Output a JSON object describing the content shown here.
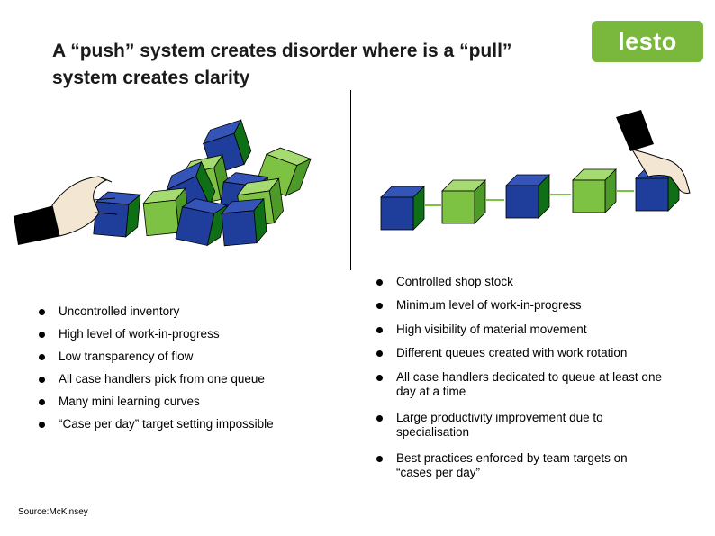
{
  "title": "A “push” system creates disorder where is a “pull” system creates clarity",
  "logo": "lesto",
  "left_bullets": [
    "Uncontrolled inventory",
    "High level of work-in-progress",
    "Low transparency of flow",
    "All case handlers pick from one queue",
    "Many mini learning curves",
    "“Case per day” target setting impossible"
  ],
  "right_bullets": [
    "Controlled shop stock",
    "Minimum level of work-in-progress",
    "High visibility of material movement",
    "Different queues created with work rotation",
    "All case handlers dedicated to queue at least one day at a time",
    "Large productivity improvement due to specialisation",
    "Best practices enforced by team targets on “cases per day”"
  ],
  "source": "Source:McKinsey",
  "colors": {
    "brand": "#7ab83d",
    "cube_blue": "#1f3d9a",
    "cube_green": "#7dc242",
    "cube_dark_green": "#128a1c"
  }
}
